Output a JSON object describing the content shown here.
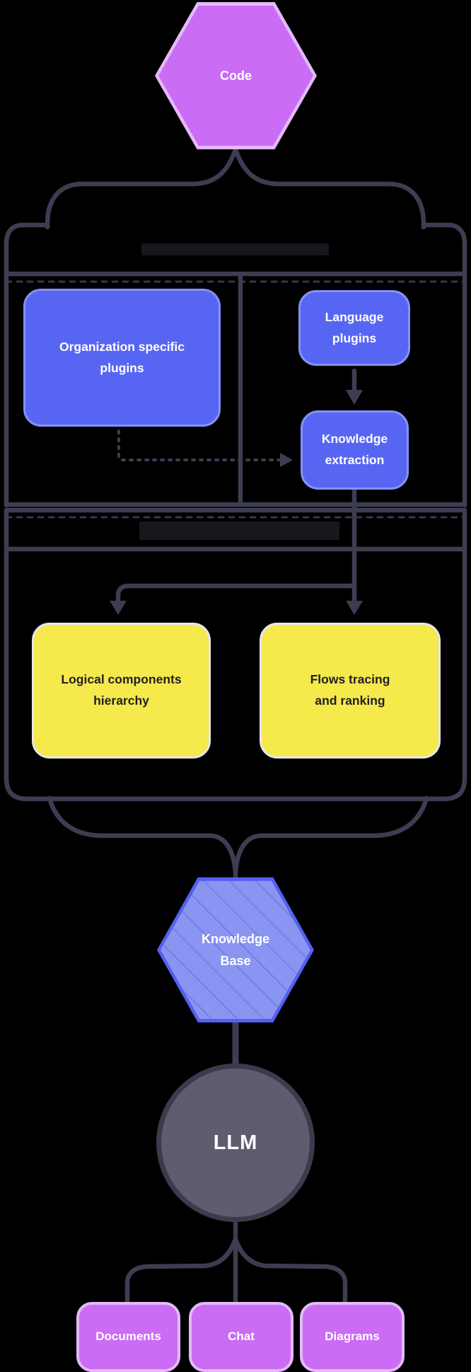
{
  "diagram": {
    "nodes": {
      "code": {
        "label": "Code",
        "shape": "hexagon"
      },
      "org_plugins": {
        "label": "Organization specific plugins",
        "shape": "rounded-rect"
      },
      "language_plugins": {
        "label": "Language plugins",
        "shape": "rounded-rect"
      },
      "knowledge_extraction": {
        "label": "Knowledge extraction",
        "shape": "rounded-rect"
      },
      "logical_hierarchy": {
        "label": "Logical components hierarchy",
        "shape": "rounded-rect"
      },
      "flows_tracing": {
        "label": "Flows tracing and ranking",
        "shape": "rounded-rect"
      },
      "knowledge_base": {
        "label": "Knowledge Base",
        "shape": "hexagon"
      },
      "llm": {
        "label": "LLM",
        "shape": "circle"
      },
      "documents": {
        "label": "Documents",
        "shape": "rounded-rect"
      },
      "chat": {
        "label": "Chat",
        "shape": "rounded-rect"
      },
      "diagrams": {
        "label": "Diagrams",
        "shape": "rounded-rect"
      }
    },
    "sections": [
      {
        "name": "section-1",
        "title_redacted": true
      },
      {
        "name": "section-2",
        "title_redacted": true
      }
    ],
    "edges": [
      {
        "from": "code",
        "to": "section-1",
        "style": "solid-fanout"
      },
      {
        "from": "org_plugins",
        "to": "knowledge_extraction",
        "style": "dashed-arrow"
      },
      {
        "from": "language_plugins",
        "to": "knowledge_extraction",
        "style": "solid-arrow"
      },
      {
        "from": "knowledge_extraction",
        "to": "logical_hierarchy",
        "style": "solid-arrow"
      },
      {
        "from": "knowledge_extraction",
        "to": "flows_tracing",
        "style": "solid-arrow"
      },
      {
        "from": "section-2",
        "to": "knowledge_base",
        "style": "solid-funnel"
      },
      {
        "from": "knowledge_base",
        "to": "llm",
        "style": "solid"
      },
      {
        "from": "llm",
        "to": "documents",
        "style": "solid"
      },
      {
        "from": "llm",
        "to": "chat",
        "style": "solid"
      },
      {
        "from": "llm",
        "to": "diagrams",
        "style": "solid"
      }
    ],
    "colors": {
      "background": "#000000",
      "connector": "#3d3d52",
      "node_purple": "#cb6cf4",
      "node_purple_border": "#e3baf8",
      "node_blue": "#5766f2",
      "node_blue_border": "#8591f6",
      "node_yellow": "#f5e94b",
      "node_yellow_border": "#e6e6ec",
      "node_yellow_text": "#1f1f26",
      "kb_fill": "#8a95f1",
      "kb_border": "#5460ef",
      "kb_stripe": "#7380ea",
      "llm_fill": "#5d5d6f",
      "llm_border": "#3b3b4d",
      "redacted_bar": "#17171e",
      "text_light": "#ffffff"
    }
  }
}
